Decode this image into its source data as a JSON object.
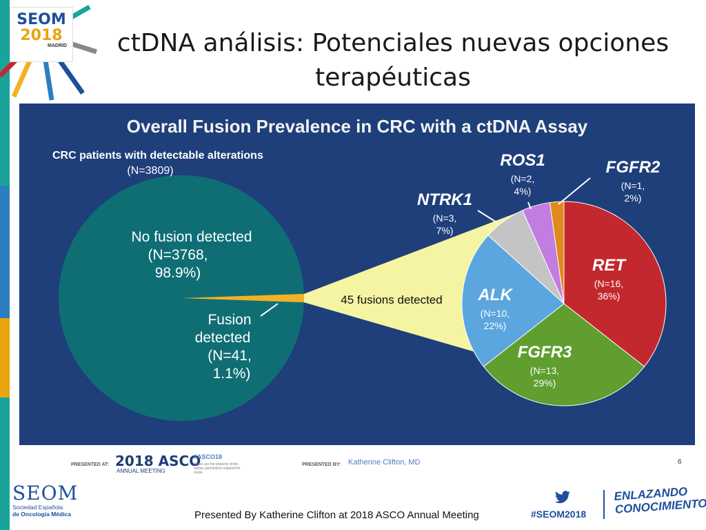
{
  "slide": {
    "title_line1": "ctDNA análisis: Potenciales nuevas opciones",
    "title_line2": "terapéuticas"
  },
  "logo": {
    "line1": "SEOM",
    "line2": "2018",
    "city": "MADRID"
  },
  "chart_data": {
    "type": "pie",
    "title": "Overall Fusion Prevalence in CRC with a ctDNA Assay",
    "main_pie": {
      "label_line1": "CRC patients with detectable alterations",
      "label_line2": "(N=3809)",
      "slices": [
        {
          "name": "No fusion detected",
          "n": 3768,
          "percent": 98.9,
          "label_n": "(N=3768,",
          "label_pct": "98.9%)",
          "color": "#0f6e74"
        },
        {
          "name": "Fusion detected",
          "name_line1": "Fusion",
          "name_line2": "detected",
          "n": 41,
          "percent": 1.1,
          "label_n": "(N=41,",
          "label_pct": "1.1%)",
          "color": "#f0b323"
        }
      ]
    },
    "connector_label": "45 fusions detected",
    "fusion_pie": {
      "slices": [
        {
          "name": "RET",
          "n": 16,
          "percent": 36,
          "label_n": "(N=16,",
          "label_pct": "36%)",
          "color": "#c2282e"
        },
        {
          "name": "FGFR3",
          "n": 13,
          "percent": 29,
          "label_n": "(N=13,",
          "label_pct": "29%)",
          "color": "#5f9e2f"
        },
        {
          "name": "ALK",
          "n": 10,
          "percent": 22,
          "label_n": "(N=10,",
          "label_pct": "22%)",
          "color": "#5ba6de"
        },
        {
          "name": "NTRK1",
          "n": 3,
          "percent": 7,
          "label_n": "(N=3,",
          "label_pct": "7%)",
          "color": "#c4c4c4"
        },
        {
          "name": "ROS1",
          "n": 2,
          "percent": 4,
          "label_n": "(N=2,",
          "label_pct": "4%)",
          "color": "#c27de0"
        },
        {
          "name": "FGFR2",
          "n": 1,
          "percent": 2,
          "label_n": "(N=1,",
          "label_pct": "2%)",
          "color": "#e08a1c"
        }
      ]
    },
    "colors": {
      "panel": "#1e3f7a",
      "connector": "#f4f4a3"
    }
  },
  "slide_footer": {
    "presented_at": "PRESENTED AT:",
    "asco_year": "2018 ASCO",
    "asco_sub": "ANNUAL MEETING",
    "hashtag_asco": "#ASCO18",
    "slide_note": "Slides are the property of the author, permission required for reuse.",
    "presented_by": "PRESENTED BY:",
    "presenter": "Katherine Clifton, MD",
    "page": "6"
  },
  "bottom": {
    "seom_brand": "SEOM",
    "seom_sub1": "Sociedad Española",
    "seom_sub2": "de Oncología Médica",
    "credit": "Presented By Katherine Clifton at 2018 ASCO Annual Meeting",
    "hashtag": "#SEOM2018",
    "slogan1": "ENLAZANDO",
    "slogan2": "CONOCIMIENTO"
  },
  "icons": [
    "twitter-icon"
  ]
}
